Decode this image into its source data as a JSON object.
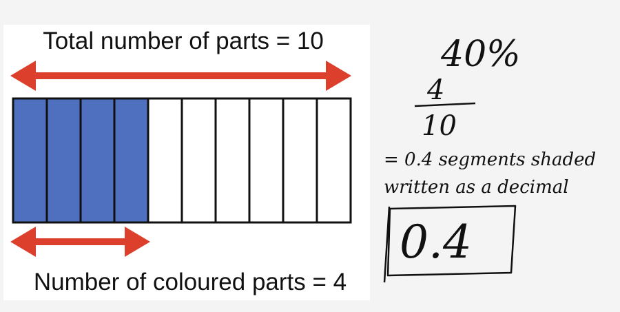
{
  "labels": {
    "total": "Total number of parts = 10",
    "coloured": "Number of coloured parts = 4"
  },
  "bar": {
    "total_parts": 10,
    "coloured_parts": 4
  },
  "colors": {
    "shaded": "#4f6fbf",
    "unshaded": "#ffffff",
    "arrow": "#dc3f2c",
    "outline": "#111111"
  },
  "handwriting": {
    "percent": "40%",
    "numerator": "4",
    "denominator": "10",
    "line1": "= 0.4 segments shaded",
    "line2": "written as a decimal",
    "boxed": "0.4"
  }
}
